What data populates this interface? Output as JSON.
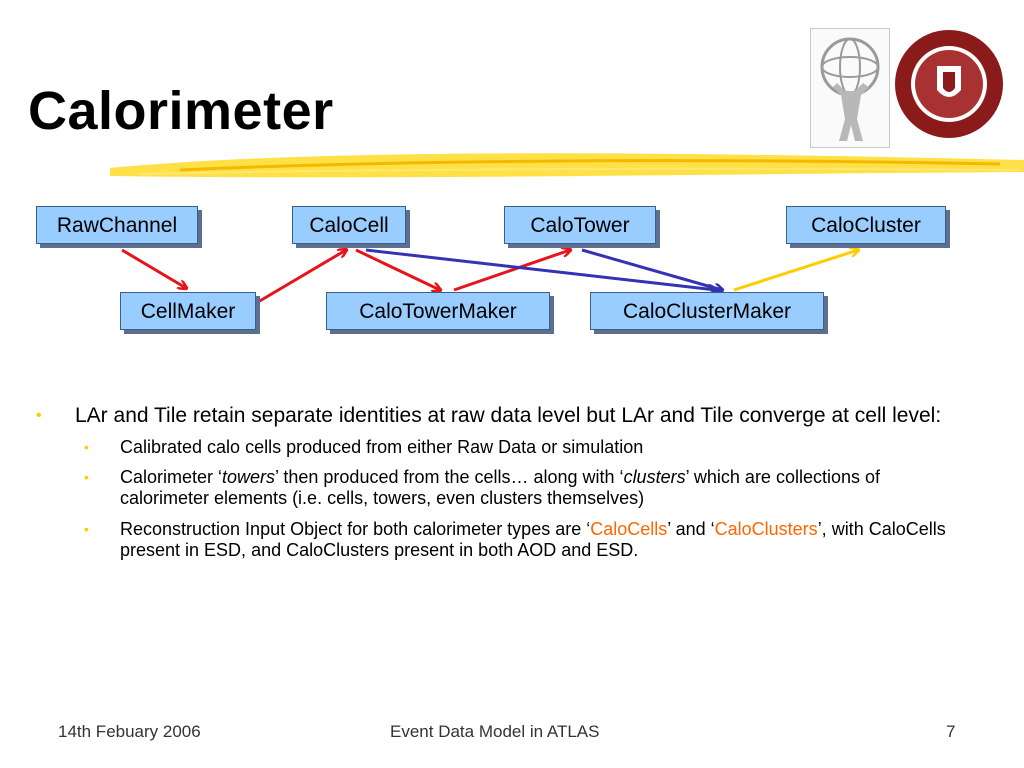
{
  "slide": {
    "title": "Calorimeter",
    "boxes": {
      "raw_channel": "RawChannel",
      "calo_cell": "CaloCell",
      "calo_tower": "CaloTower",
      "calo_cluster": "CaloCluster",
      "cell_maker": "CellMaker",
      "calo_tower_maker": "CaloTowerMaker",
      "calo_cluster_maker": "CaloClusterMaker"
    },
    "bullet1": {
      "text": "LAr and Tile retain separate identities at raw data level but LAr and Tile converge at cell level:"
    },
    "sub1": "Calibrated calo cells produced from either Raw Data or simulation",
    "sub2": {
      "p1": "Calorimeter ‘",
      "towers": "towers",
      "p2": "’ then produced from the cells… along with ‘",
      "clusters": "clusters",
      "p3": "’ which are collections of calorimeter elements (i.e. cells, towers, even clusters themselves)"
    },
    "sub3": {
      "p1": "Reconstruction Input Object for both calorimeter types are ‘",
      "calocells": "CaloCells",
      "p2": "’ and ‘",
      "caloclusters": "CaloClusters",
      "p3": "’, with CaloCells present in ESD, and CaloClusters present in both AOD and ESD."
    },
    "bullet_glyph": "•",
    "sub_bullet_glyph": "•"
  },
  "footer": {
    "date": "14th Febuary 2006",
    "center": "Event Data Model in ATLAS",
    "page": "7"
  },
  "colors": {
    "box_fill": "#99ccff",
    "red_arrow": "#e8141c",
    "blue_arrow": "#3333b3",
    "yellow_arrow": "#ffcc00",
    "highlight": "#ff6600",
    "umass_maroon": "#8b1a1a"
  }
}
